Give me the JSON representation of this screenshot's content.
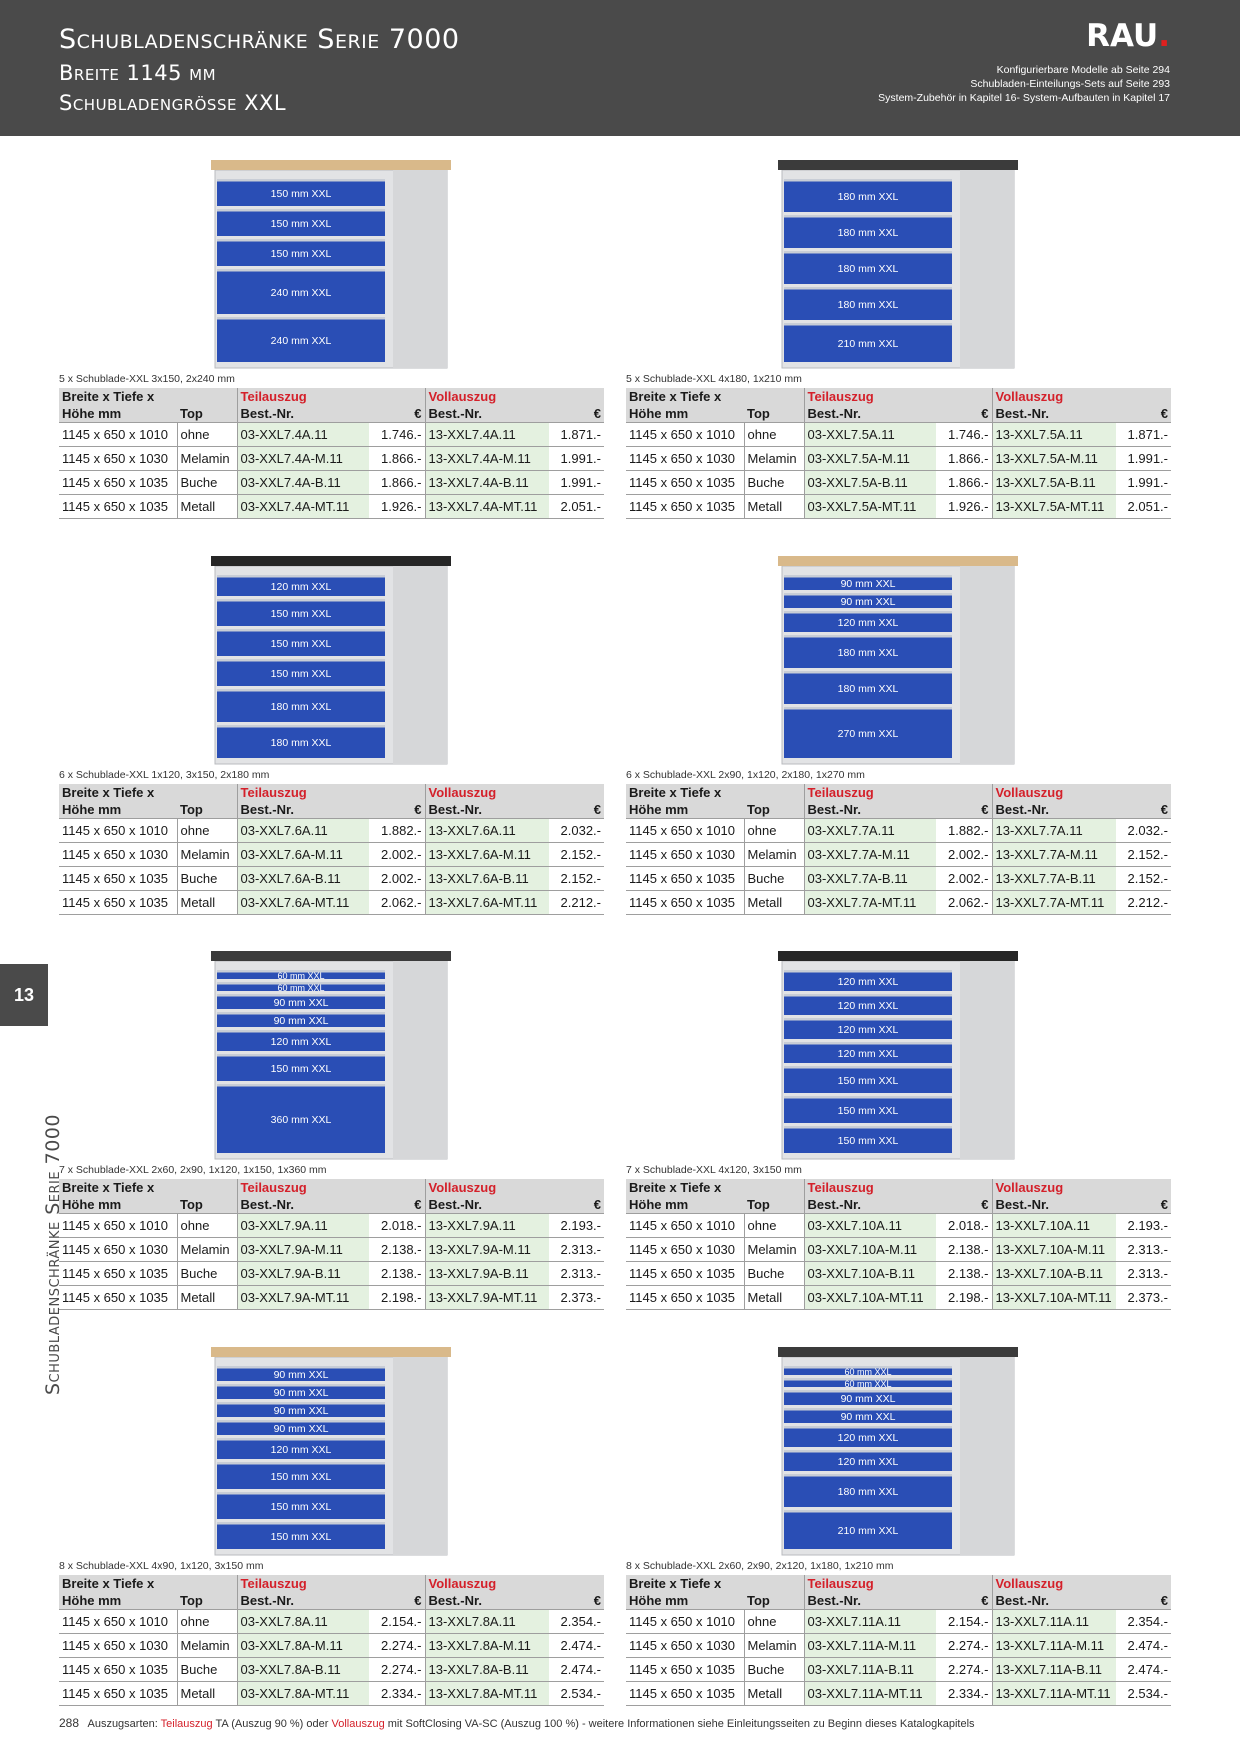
{
  "header": {
    "title_line1": "Schubladenschränke Serie 7000",
    "title_line2": "Breite 1145 mm",
    "title_line3": "Schubladengrösse XXL",
    "logo": "RAU",
    "logo_dot": ".",
    "link1": "Konfigurierbare Modelle ab Seite 294",
    "link2": "Schubladen-Einteilungs-Sets auf Seite 293",
    "link3": "System-Zubehör in Kapitel 16- System-Aufbauten in Kapitel 17"
  },
  "side": {
    "chapter": "13",
    "label": "Schubladenschränke Serie 7000"
  },
  "table_headers": {
    "dims_line1": "Breite x Tiefe x",
    "dims_line2": "Höhe mm",
    "top": "Top",
    "teil": "Teilauszug",
    "voll": "Vollauszug",
    "bestnr": "Best.-Nr.",
    "euro": "€"
  },
  "colors": {
    "header_bg": "#4a4a4a",
    "drawer_blue": "#2a4eb5",
    "red": "#d4202a",
    "green_cell": "#e4f1e0"
  },
  "products": [
    {
      "top": "wood",
      "drawers": [
        "150 mm XXL",
        "150 mm XXL",
        "150 mm XXL",
        "240 mm XXL",
        "240 mm XXL"
      ],
      "heights": [
        150,
        150,
        150,
        240,
        240
      ],
      "caption": "5 x Schublade-XXL 3x150, 2x240 mm",
      "rows": [
        {
          "dims": "1145 x 650 x 1010",
          "top": "ohne",
          "ta": "03-XXL7.4A.11",
          "ta_price": "1.746.-",
          "va": "13-XXL7.4A.11",
          "va_price": "1.871.-"
        },
        {
          "dims": "1145 x 650 x 1030",
          "top": "Melamin",
          "ta": "03-XXL7.4A-M.11",
          "ta_price": "1.866.-",
          "va": "13-XXL7.4A-M.11",
          "va_price": "1.991.-"
        },
        {
          "dims": "1145 x 650 x 1035",
          "top": "Buche",
          "ta": "03-XXL7.4A-B.11",
          "ta_price": "1.866.-",
          "va": "13-XXL7.4A-B.11",
          "va_price": "1.991.-"
        },
        {
          "dims": "1145 x 650 x 1035",
          "top": "Metall",
          "ta": "03-XXL7.4A-MT.11",
          "ta_price": "1.926.-",
          "va": "13-XXL7.4A-MT.11",
          "va_price": "2.051.-"
        }
      ]
    },
    {
      "top": "dark",
      "drawers": [
        "180 mm XXL",
        "180 mm XXL",
        "180 mm XXL",
        "180 mm XXL",
        "210 mm XXL"
      ],
      "heights": [
        180,
        180,
        180,
        180,
        210
      ],
      "caption": "5 x Schublade-XXL 4x180, 1x210 mm",
      "rows": [
        {
          "dims": "1145 x 650 x 1010",
          "top": "ohne",
          "ta": "03-XXL7.5A.11",
          "ta_price": "1.746.-",
          "va": "13-XXL7.5A.11",
          "va_price": "1.871.-"
        },
        {
          "dims": "1145 x 650 x 1030",
          "top": "Melamin",
          "ta": "03-XXL7.5A-M.11",
          "ta_price": "1.866.-",
          "va": "13-XXL7.5A-M.11",
          "va_price": "1.991.-"
        },
        {
          "dims": "1145 x 650 x 1035",
          "top": "Buche",
          "ta": "03-XXL7.5A-B.11",
          "ta_price": "1.866.-",
          "va": "13-XXL7.5A-B.11",
          "va_price": "1.991.-"
        },
        {
          "dims": "1145 x 650 x 1035",
          "top": "Metall",
          "ta": "03-XXL7.5A-MT.11",
          "ta_price": "1.926.-",
          "va": "13-XXL7.5A-MT.11",
          "va_price": "2.051.-"
        }
      ]
    },
    {
      "top": "black",
      "drawers": [
        "120 mm XXL",
        "150 mm XXL",
        "150 mm XXL",
        "150 mm XXL",
        "180 mm XXL",
        "180 mm XXL"
      ],
      "heights": [
        120,
        150,
        150,
        150,
        180,
        180
      ],
      "caption": "6 x Schublade-XXL 1x120, 3x150, 2x180 mm",
      "rows": [
        {
          "dims": "1145 x 650 x 1010",
          "top": "ohne",
          "ta": "03-XXL7.6A.11",
          "ta_price": "1.882.-",
          "va": "13-XXL7.6A.11",
          "va_price": "2.032.-"
        },
        {
          "dims": "1145 x 650 x 1030",
          "top": "Melamin",
          "ta": "03-XXL7.6A-M.11",
          "ta_price": "2.002.-",
          "va": "13-XXL7.6A-M.11",
          "va_price": "2.152.-"
        },
        {
          "dims": "1145 x 650 x 1035",
          "top": "Buche",
          "ta": "03-XXL7.6A-B.11",
          "ta_price": "2.002.-",
          "va": "13-XXL7.6A-B.11",
          "va_price": "2.152.-"
        },
        {
          "dims": "1145 x 650 x 1035",
          "top": "Metall",
          "ta": "03-XXL7.6A-MT.11",
          "ta_price": "2.062.-",
          "va": "13-XXL7.6A-MT.11",
          "va_price": "2.212.-"
        }
      ]
    },
    {
      "top": "wood",
      "drawers": [
        "90 mm XXL",
        "90 mm XXL",
        "120 mm XXL",
        "180 mm XXL",
        "180 mm XXL",
        "270 mm XXL"
      ],
      "heights": [
        90,
        90,
        120,
        180,
        180,
        270
      ],
      "caption": "6 x Schublade-XXL 2x90, 1x120, 2x180, 1x270 mm",
      "rows": [
        {
          "dims": "1145 x 650 x 1010",
          "top": "ohne",
          "ta": "03-XXL7.7A.11",
          "ta_price": "1.882.-",
          "va": "13-XXL7.7A.11",
          "va_price": "2.032.-"
        },
        {
          "dims": "1145 x 650 x 1030",
          "top": "Melamin",
          "ta": "03-XXL7.7A-M.11",
          "ta_price": "2.002.-",
          "va": "13-XXL7.7A-M.11",
          "va_price": "2.152.-"
        },
        {
          "dims": "1145 x 650 x 1035",
          "top": "Buche",
          "ta": "03-XXL7.7A-B.11",
          "ta_price": "2.002.-",
          "va": "13-XXL7.7A-B.11",
          "va_price": "2.152.-"
        },
        {
          "dims": "1145 x 650 x 1035",
          "top": "Metall",
          "ta": "03-XXL7.7A-MT.11",
          "ta_price": "2.062.-",
          "va": "13-XXL7.7A-MT.11",
          "va_price": "2.212.-"
        }
      ]
    },
    {
      "top": "dark",
      "drawers": [
        "60 mm XXL",
        "60 mm XXL",
        "90 mm XXL",
        "90 mm XXL",
        "120 mm XXL",
        "150 mm XXL",
        "360 mm XXL"
      ],
      "heights": [
        60,
        60,
        90,
        90,
        120,
        150,
        360
      ],
      "caption": "7 x Schublade-XXL 2x60, 2x90, 1x120, 1x150, 1x360 mm",
      "rows": [
        {
          "dims": "1145 x 650 x 1010",
          "top": "ohne",
          "ta": "03-XXL7.9A.11",
          "ta_price": "2.018.-",
          "va": "13-XXL7.9A.11",
          "va_price": "2.193.-"
        },
        {
          "dims": "1145 x 650 x 1030",
          "top": "Melamin",
          "ta": "03-XXL7.9A-M.11",
          "ta_price": "2.138.-",
          "va": "13-XXL7.9A-M.11",
          "va_price": "2.313.-"
        },
        {
          "dims": "1145 x 650 x 1035",
          "top": "Buche",
          "ta": "03-XXL7.9A-B.11",
          "ta_price": "2.138.-",
          "va": "13-XXL7.9A-B.11",
          "va_price": "2.313.-"
        },
        {
          "dims": "1145 x 650 x 1035",
          "top": "Metall",
          "ta": "03-XXL7.9A-MT.11",
          "ta_price": "2.198.-",
          "va": "13-XXL7.9A-MT.11",
          "va_price": "2.373.-"
        }
      ]
    },
    {
      "top": "black",
      "drawers": [
        "120 mm XXL",
        "120 mm XXL",
        "120 mm XXL",
        "120 mm XXL",
        "150 mm XXL",
        "150 mm XXL",
        "150 mm XXL"
      ],
      "heights": [
        120,
        120,
        120,
        120,
        150,
        150,
        150
      ],
      "caption": "7 x Schublade-XXL 4x120, 3x150 mm",
      "rows": [
        {
          "dims": "1145 x 650 x 1010",
          "top": "ohne",
          "ta": "03-XXL7.10A.11",
          "ta_price": "2.018.-",
          "va": "13-XXL7.10A.11",
          "va_price": "2.193.-"
        },
        {
          "dims": "1145 x 650 x 1030",
          "top": "Melamin",
          "ta": "03-XXL7.10A-M.11",
          "ta_price": "2.138.-",
          "va": "13-XXL7.10A-M.11",
          "va_price": "2.313.-"
        },
        {
          "dims": "1145 x 650 x 1035",
          "top": "Buche",
          "ta": "03-XXL7.10A-B.11",
          "ta_price": "2.138.-",
          "va": "13-XXL7.10A-B.11",
          "va_price": "2.313.-"
        },
        {
          "dims": "1145 x 650 x 1035",
          "top": "Metall",
          "ta": "03-XXL7.10A-MT.11",
          "ta_price": "2.198.-",
          "va": "13-XXL7.10A-MT.11",
          "va_price": "2.373.-"
        }
      ]
    },
    {
      "top": "wood",
      "drawers": [
        "90 mm XXL",
        "90 mm XXL",
        "90 mm XXL",
        "90 mm XXL",
        "120 mm XXL",
        "150 mm XXL",
        "150 mm XXL",
        "150 mm XXL"
      ],
      "heights": [
        90,
        90,
        90,
        90,
        120,
        150,
        150,
        150
      ],
      "caption": "8 x Schublade-XXL 4x90, 1x120, 3x150 mm",
      "rows": [
        {
          "dims": "1145 x 650 x 1010",
          "top": "ohne",
          "ta": "03-XXL7.8A.11",
          "ta_price": "2.154.-",
          "va": "13-XXL7.8A.11",
          "va_price": "2.354.-"
        },
        {
          "dims": "1145 x 650 x 1030",
          "top": "Melamin",
          "ta": "03-XXL7.8A-M.11",
          "ta_price": "2.274.-",
          "va": "13-XXL7.8A-M.11",
          "va_price": "2.474.-"
        },
        {
          "dims": "1145 x 650 x 1035",
          "top": "Buche",
          "ta": "03-XXL7.8A-B.11",
          "ta_price": "2.274.-",
          "va": "13-XXL7.8A-B.11",
          "va_price": "2.474.-"
        },
        {
          "dims": "1145 x 650 x 1035",
          "top": "Metall",
          "ta": "03-XXL7.8A-MT.11",
          "ta_price": "2.334.-",
          "va": "13-XXL7.8A-MT.11",
          "va_price": "2.534.-"
        }
      ]
    },
    {
      "top": "dark",
      "drawers": [
        "60 mm XXL",
        "60 mm XXL",
        "90 mm XXL",
        "90 mm XXL",
        "120 mm XXL",
        "120 mm XXL",
        "180 mm XXL",
        "210 mm XXL"
      ],
      "heights": [
        60,
        60,
        90,
        90,
        120,
        120,
        180,
        210
      ],
      "caption": "8 x Schublade-XXL 2x60, 2x90, 2x120, 1x180, 1x210 mm",
      "rows": [
        {
          "dims": "1145 x 650 x 1010",
          "top": "ohne",
          "ta": "03-XXL7.11A.11",
          "ta_price": "2.154.-",
          "va": "13-XXL7.11A.11",
          "va_price": "2.354.-"
        },
        {
          "dims": "1145 x 650 x 1030",
          "top": "Melamin",
          "ta": "03-XXL7.11A-M.11",
          "ta_price": "2.274.-",
          "va": "13-XXL7.11A-M.11",
          "va_price": "2.474.-"
        },
        {
          "dims": "1145 x 650 x 1035",
          "top": "Buche",
          "ta": "03-XXL7.11A-B.11",
          "ta_price": "2.274.-",
          "va": "13-XXL7.11A-B.11",
          "va_price": "2.474.-"
        },
        {
          "dims": "1145 x 650 x 1035",
          "top": "Metall",
          "ta": "03-XXL7.11A-MT.11",
          "ta_price": "2.334.-",
          "va": "13-XXL7.11A-MT.11",
          "va_price": "2.534.-"
        }
      ]
    }
  ],
  "footer": {
    "page": "288",
    "text1": "Auszugsarten: ",
    "teil": "Teilauszug",
    "text2": " TA (Auszug 90 %)  oder  ",
    "voll": "Vollauszug",
    "text3": " mit SoftClosing VA-SC (Auszug 100 %) -  weitere Informationen siehe Einleitungsseiten zu Beginn dieses Katalogkapitels"
  }
}
